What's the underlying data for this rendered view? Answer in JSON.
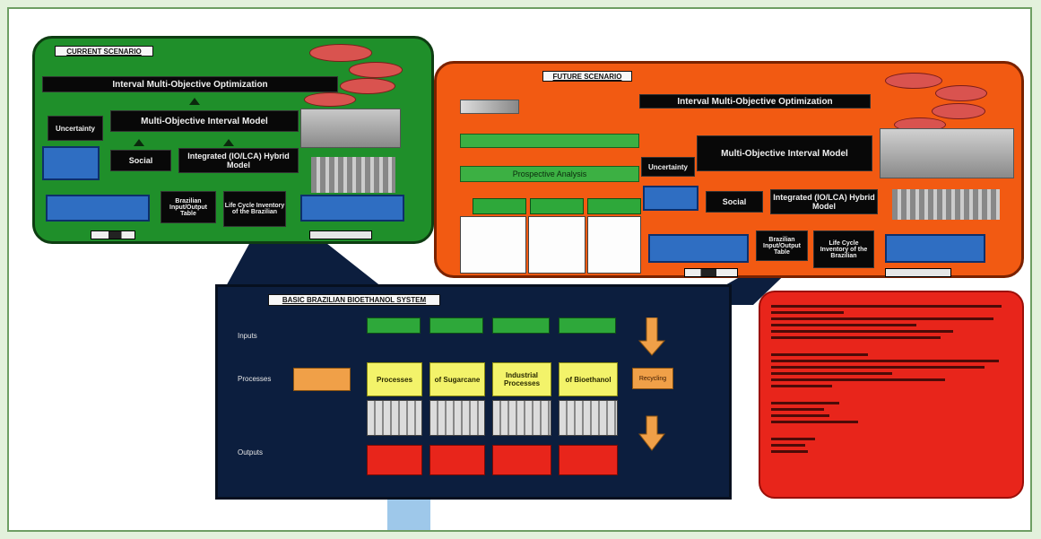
{
  "current": {
    "title": "CURRENT SCENARIO",
    "optimization": "Interval Multi-Objective Optimization",
    "moim": "Multi-Objective Interval Model",
    "uncertainty": "Uncertainty",
    "social": "Social",
    "integrated": "Integrated (IO/LCA) Hybrid Model",
    "io": "Brazilian Input/Output Table",
    "lci": "Life Cycle Inventory of the Brazilian",
    "ellipses": [
      "",
      "",
      "",
      ""
    ],
    "blue1": "",
    "blue2": "",
    "blue3": ""
  },
  "future": {
    "title": "FUTURE SCENARIO",
    "optimization": "Interval Multi-Objective Optimization",
    "moim": "Multi-Objective Interval Model",
    "uncertainty": "Uncertainty",
    "social": "Social",
    "integrated": "Integrated (IO/LCA) Hybrid Model",
    "io": "Brazilian Input/Output Table",
    "lci": "Life Cycle Inventory of the Brazilian",
    "ellipses": [
      "",
      "",
      "",
      ""
    ],
    "bar1": "",
    "bar2": "Prospective Analysis",
    "blue1": "",
    "blue2": "",
    "blue3": "",
    "cards": [
      {
        "head": "",
        "body": ""
      },
      {
        "head": "",
        "body": ""
      },
      {
        "head": "",
        "body": ""
      }
    ]
  },
  "basic": {
    "title": "BASIC BRAZILIAN BIOETHANOL SYSTEM",
    "inputs": "Inputs",
    "process": "Processes",
    "outputs": "Outputs",
    "prod": "",
    "stages": [
      "Processes",
      "of Sugarcane",
      "Industrial Processes",
      "of Bioethanol"
    ],
    "recycling": "Recycling"
  }
}
